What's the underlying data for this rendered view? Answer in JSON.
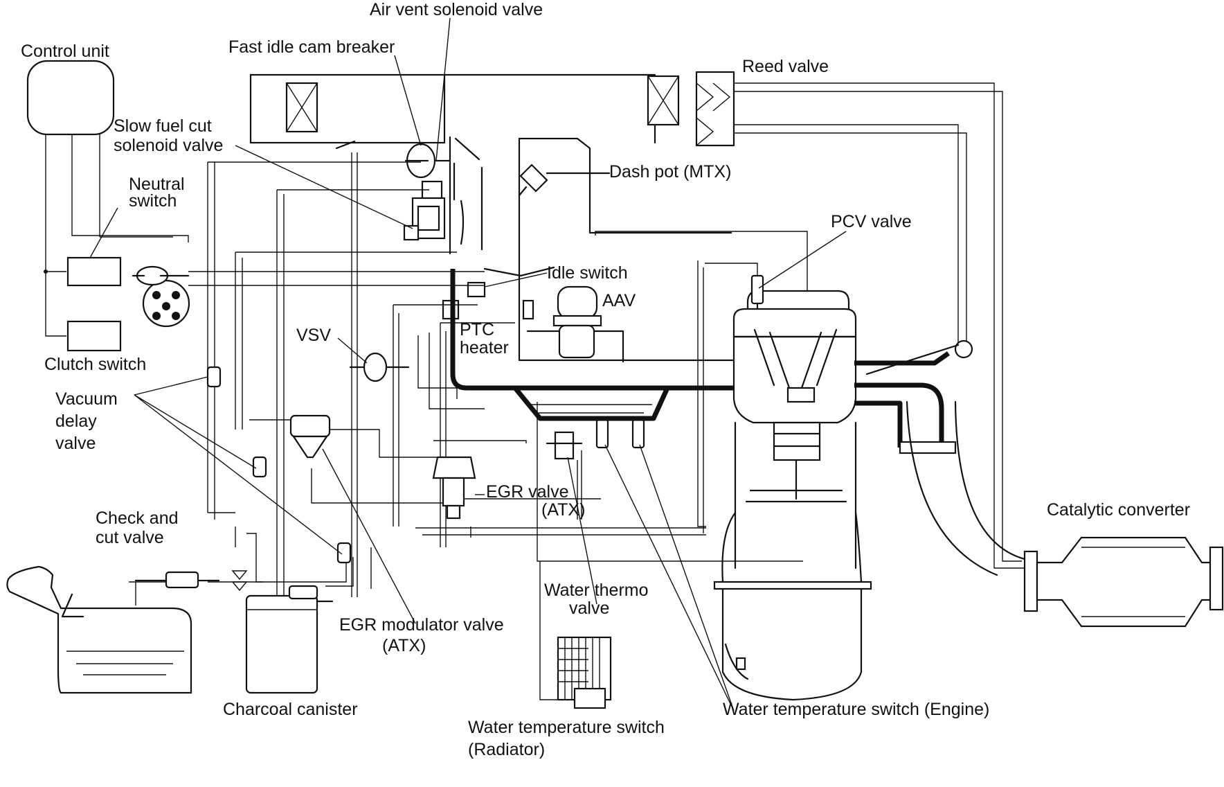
{
  "labels": {
    "air_vent_solenoid_valve": "Air vent solenoid valve",
    "fast_idle_cam_breaker": "Fast idle cam breaker",
    "control_unit": "Control unit",
    "reed_valve": "Reed valve",
    "slow_fuel_cut_1": "Slow fuel cut",
    "slow_fuel_cut_2": "solenoid valve",
    "neutral_switch_1": "Neutral",
    "neutral_switch_2": "switch",
    "dash_pot": "Dash pot (MTX)",
    "pcv_valve": "PCV valve",
    "idle_switch": "Idle switch",
    "aav": "AAV",
    "vsv": "VSV",
    "ptc_heater_1": "PTC",
    "ptc_heater_2": "heater",
    "clutch_switch": "Clutch switch",
    "vacuum_delay_1": "Vacuum",
    "vacuum_delay_2": "delay",
    "vacuum_delay_3": "valve",
    "egr_valve_1": "EGR valve",
    "egr_valve_2": "(ATX)",
    "catalytic_converter": "Catalytic converter",
    "check_cut_1": "Check and",
    "check_cut_2": "cut valve",
    "water_thermo_1": "Water thermo",
    "water_thermo_2": "valve",
    "egr_modulator_1": "EGR modulator valve",
    "egr_modulator_2": "(ATX)",
    "charcoal_canister": "Charcoal canister",
    "water_temp_engine": "Water temperature switch (Engine)",
    "water_temp_radiator_1": "Water temperature switch",
    "water_temp_radiator_2": "(Radiator)"
  }
}
